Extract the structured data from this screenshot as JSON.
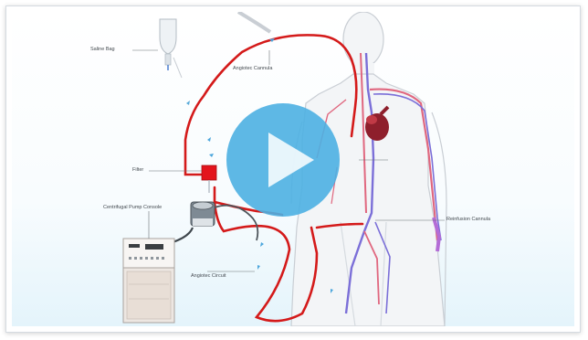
{
  "video": {
    "labels": {
      "saline_bag": "Saline Bag",
      "angiotec_cannula": "Angiotec Cannula",
      "filter": "Filter",
      "centrifugal_pump_console": "Centrifugal Pump Console",
      "angiotec_circuit": "Angiotec Circuit",
      "reinfusion_cannula": "Reinfusion Cannula"
    },
    "play_icon": "play-icon"
  },
  "colors": {
    "tube": "#d41a1a",
    "play_button": "#4cb0e2",
    "body_outline": "#c9ced4",
    "vein": "#7b6fd8",
    "artery": "#e0677f"
  }
}
